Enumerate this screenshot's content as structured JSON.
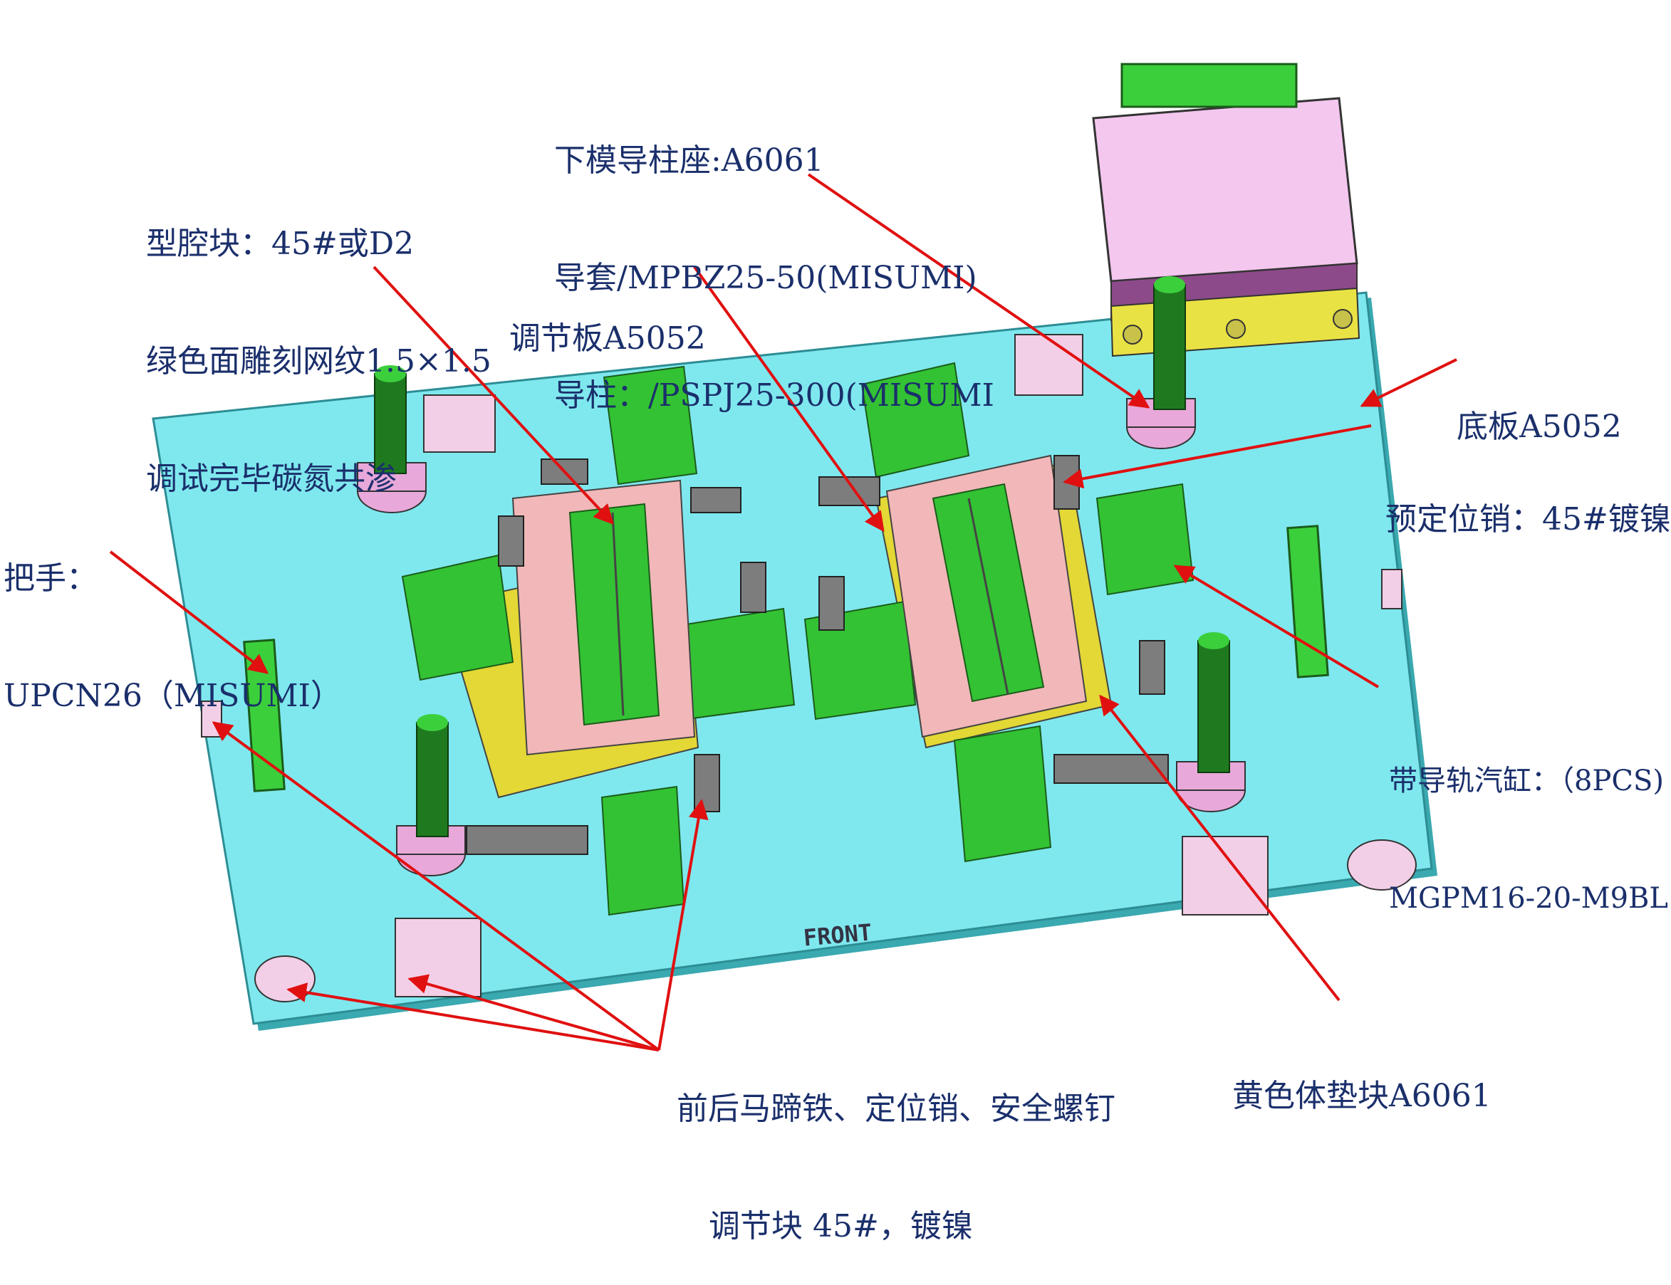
{
  "plate_text": "FRONT",
  "labels": {
    "guide_post": {
      "line1": "下模导柱座:A6061",
      "line2": "导套/MPBZ25-50(MISUMI)",
      "line3": "导柱：/PSPJ25-300(MISUMI"
    },
    "cavity_block": {
      "line1": "型腔块：45#或D2",
      "line2": "绿色面雕刻网纹1.5×1.5",
      "line3": "调试完毕碳氮共渗"
    },
    "adjust_plate": {
      "line1": "调节板A5052"
    },
    "base_plate": {
      "line1": "底板A5052"
    },
    "pre_locating_pin": {
      "line1": "预定位销：45#镀镍"
    },
    "handle": {
      "line1": "把手：",
      "line2": "UPCN26（MISUMI）"
    },
    "cylinder": {
      "line1": "带导轨汽缸：（8PCS)",
      "line2": "MGPM16-20-M9BL"
    },
    "yellow_pad": {
      "line1": "黄色体垫块A6061"
    },
    "horseshoe": {
      "line1": "前后马蹄铁、定位销、安全螺钉",
      "line2": "调节块 45#，镀镍"
    }
  },
  "colors": {
    "plate": "#7fe8ee",
    "plate_edge": "#3aa9b0",
    "cavity": "#f2b7b8",
    "green": "#33c233",
    "dark_green": "#1f7a1f",
    "yellow": "#e8e23a",
    "pink_part": "#f3cfe7",
    "gray_part": "#7d7d7d",
    "arrow": "#e01010",
    "label_text": "#1a2f6b"
  }
}
